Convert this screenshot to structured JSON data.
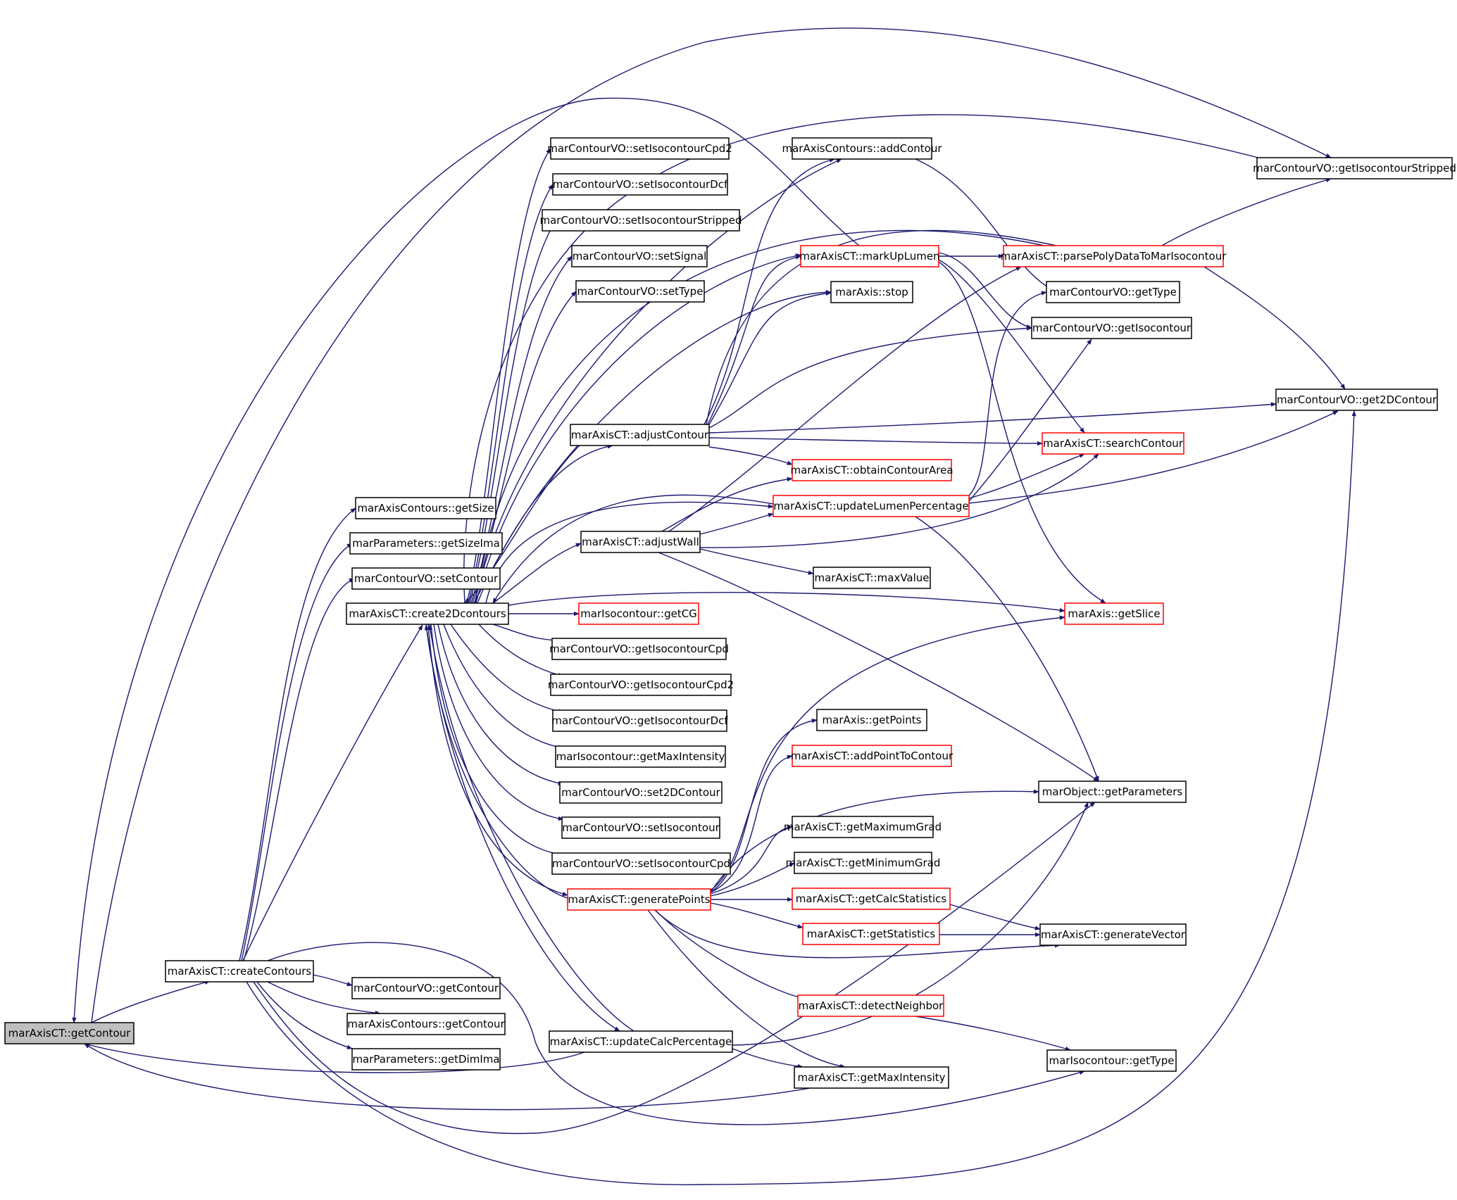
{
  "colors": {
    "edge": "#191970",
    "node_border": "#000000",
    "node_border_truncated": "#ff0000",
    "root_fill": "#bfbfbf",
    "background": "#ffffff"
  },
  "nodes": [
    {
      "id": "getContour_root",
      "label": "marAxisCT::getContour",
      "style": "root"
    },
    {
      "id": "createContours",
      "label": "marAxisCT::createContours",
      "style": "normal"
    },
    {
      "id": "create2Dcontours",
      "label": "marAxisCT::create2Dcontours",
      "style": "normal"
    },
    {
      "id": "getSize",
      "label": "marAxisContours::getSize",
      "style": "normal"
    },
    {
      "id": "getSizeIma",
      "label": "marParameters::getSizeIma",
      "style": "normal"
    },
    {
      "id": "setContour",
      "label": "marContourVO::setContour",
      "style": "normal"
    },
    {
      "id": "getContourVO",
      "label": "marContourVO::getContour",
      "style": "normal"
    },
    {
      "id": "getContourAC",
      "label": "marAxisContours::getContour",
      "style": "normal"
    },
    {
      "id": "getDimIma",
      "label": "marParameters::getDimIma",
      "style": "normal"
    },
    {
      "id": "updateCalcPercentage",
      "label": "marAxisCT::updateCalcPercentage",
      "style": "normal"
    },
    {
      "id": "setIsocontourCpd2",
      "label": "marContourVO::setIsocontourCpd2",
      "style": "normal"
    },
    {
      "id": "setIsocontourDcf",
      "label": "marContourVO::setIsocontourDcf",
      "style": "normal"
    },
    {
      "id": "setIsocontourStripped",
      "label": "marContourVO::setIsocontourStripped",
      "style": "normal"
    },
    {
      "id": "setSignal",
      "label": "marContourVO::setSignal",
      "style": "normal"
    },
    {
      "id": "setType",
      "label": "marContourVO::setType",
      "style": "normal"
    },
    {
      "id": "adjustContour",
      "label": "marAxisCT::adjustContour",
      "style": "normal"
    },
    {
      "id": "adjustWall",
      "label": "marAxisCT::adjustWall",
      "style": "normal"
    },
    {
      "id": "getCG",
      "label": "marIsocontour::getCG",
      "style": "truncated"
    },
    {
      "id": "getIsocontourCpd",
      "label": "marContourVO::getIsocontourCpd",
      "style": "normal"
    },
    {
      "id": "getIsocontourCpd2",
      "label": "marContourVO::getIsocontourCpd2",
      "style": "normal"
    },
    {
      "id": "getIsocontourDcf",
      "label": "marContourVO::getIsocontourDcf",
      "style": "normal"
    },
    {
      "id": "getMaxIntensityIso",
      "label": "marIsocontour::getMaxIntensity",
      "style": "normal"
    },
    {
      "id": "set2DContour",
      "label": "marContourVO::set2DContour",
      "style": "normal"
    },
    {
      "id": "setIsocontour",
      "label": "marContourVO::setIsocontour",
      "style": "normal"
    },
    {
      "id": "setIsocontourCpd",
      "label": "marContourVO::setIsocontourCpd",
      "style": "normal"
    },
    {
      "id": "generatePoints",
      "label": "marAxisCT::generatePoints",
      "style": "truncated"
    },
    {
      "id": "addContour",
      "label": "marAxisContours::addContour",
      "style": "normal"
    },
    {
      "id": "markUpLumen",
      "label": "marAxisCT::markUpLumen",
      "style": "truncated"
    },
    {
      "id": "stop",
      "label": "marAxis::stop",
      "style": "normal"
    },
    {
      "id": "obtainContourArea",
      "label": "marAxisCT::obtainContourArea",
      "style": "truncated"
    },
    {
      "id": "updateLumenPercentage",
      "label": "marAxisCT::updateLumenPercentage",
      "style": "truncated"
    },
    {
      "id": "maxValue",
      "label": "marAxisCT::maxValue",
      "style": "normal"
    },
    {
      "id": "getPoints",
      "label": "marAxis::getPoints",
      "style": "normal"
    },
    {
      "id": "addPointToContour",
      "label": "marAxisCT::addPointToContour",
      "style": "truncated"
    },
    {
      "id": "getMaximumGrad",
      "label": "marAxisCT::getMaximumGrad",
      "style": "normal"
    },
    {
      "id": "getMinimumGrad",
      "label": "marAxisCT::getMinimumGrad",
      "style": "normal"
    },
    {
      "id": "getCalcStatistics",
      "label": "marAxisCT::getCalcStatistics",
      "style": "truncated"
    },
    {
      "id": "getStatistics",
      "label": "marAxisCT::getStatistics",
      "style": "truncated"
    },
    {
      "id": "detectNeighbor",
      "label": "marAxisCT::detectNeighbor",
      "style": "truncated"
    },
    {
      "id": "getMaxIntensityCT",
      "label": "marAxisCT::getMaxIntensity",
      "style": "normal"
    },
    {
      "id": "getIsocontourStripped",
      "label": "marContourVO::getIsocontourStripped",
      "style": "normal"
    },
    {
      "id": "parsePolyData",
      "label": "marAxisCT::parsePolyDataToMarIsocontour",
      "style": "truncated"
    },
    {
      "id": "getTypeVO",
      "label": "marContourVO::getType",
      "style": "normal"
    },
    {
      "id": "getIsocontour",
      "label": "marContourVO::getIsocontour",
      "style": "normal"
    },
    {
      "id": "get2DContour",
      "label": "marContourVO::get2DContour",
      "style": "normal"
    },
    {
      "id": "searchContour",
      "label": "marAxisCT::searchContour",
      "style": "truncated"
    },
    {
      "id": "getSlice",
      "label": "marAxis::getSlice",
      "style": "truncated"
    },
    {
      "id": "getParameters",
      "label": "marObject::getParameters",
      "style": "normal"
    },
    {
      "id": "generateVector",
      "label": "marAxisCT::generateVector",
      "style": "normal"
    },
    {
      "id": "getTypeIso",
      "label": "marIsocontour::getType",
      "style": "normal"
    }
  ]
}
